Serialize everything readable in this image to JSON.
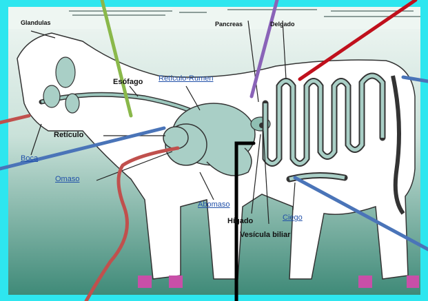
{
  "labels": {
    "top_left": "Glandulas",
    "top_pancreas": "Pancreas",
    "top_delgado": "Delgado",
    "esofago": "Esófago",
    "reticulo_rumen": "Retículo-Rumen",
    "reticulo": "Retículo",
    "boca": "Boca",
    "omaso": "Omaso",
    "abomaso": "Abomaso",
    "higado": "Hígado",
    "ciego": "Ciego",
    "vesicula": "Vesícula biliar"
  },
  "colors": {
    "background": "#2ee6ef",
    "panel_light": "#e3f0eb",
    "panel_dark": "#3f8a78",
    "organ_fill": "#a9cfc6",
    "line_green": "#8ab84a",
    "line_purple": "#8a63b8",
    "line_red": "#c0101c",
    "line_blue": "#4a74b8",
    "line_salmon": "#c0504d",
    "line_black": "#000000"
  }
}
